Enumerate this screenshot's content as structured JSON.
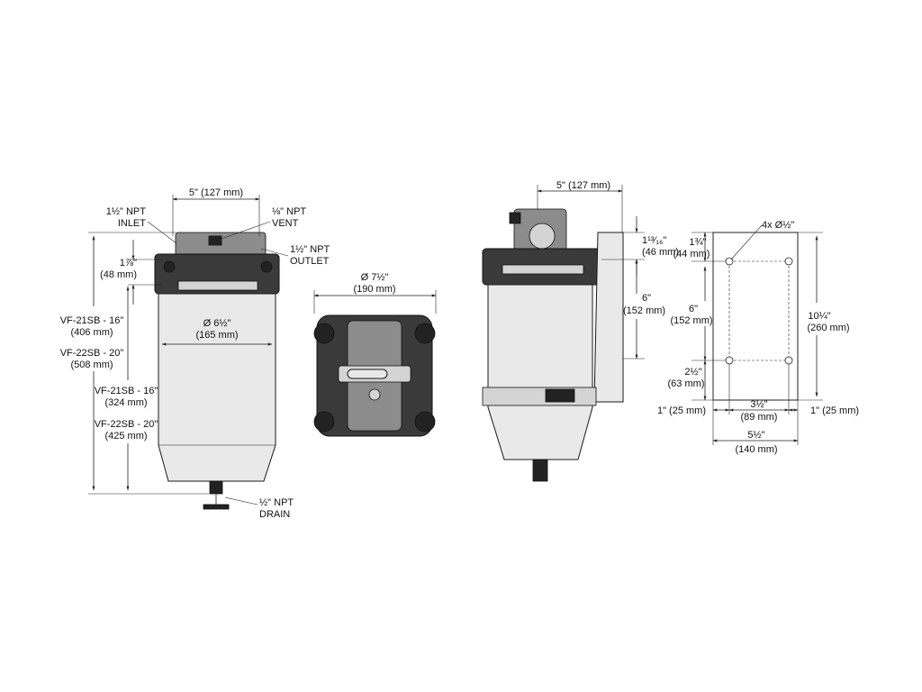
{
  "front_view": {
    "width_dim": "5\" (127 mm)",
    "inlet_size": "1½\" NPT",
    "inlet_label": "INLET",
    "vent_size": "⅛\" NPT",
    "vent_label": "VENT",
    "outlet_size": "1½\" NPT",
    "outlet_label": "OUTLET",
    "lid_height_in": "1⅞\"",
    "lid_height_mm": "(48 mm)",
    "diameter_in": "Ø 6½\"",
    "diameter_mm": "(165 mm)",
    "overall_21_in": "VF-21SB - 16\"",
    "overall_21_mm": "(406 mm)",
    "overall_22_in": "VF-22SB - 20\"",
    "overall_22_mm": "(508 mm)",
    "body_21_in": "VF-21SB - 16\"",
    "body_21_mm": "(324 mm)",
    "body_22_in": "VF-22SB - 20\"",
    "body_22_mm": "(425 mm)",
    "drain_size": "½\" NPT",
    "drain_label": "DRAIN"
  },
  "top_view": {
    "diameter_in": "Ø 7½\"",
    "diameter_mm": "(190 mm)"
  },
  "side_view": {
    "width_dim": "5\" (127 mm)",
    "top_offset_in": "1¹³⁄₁₆\"",
    "top_offset_mm": "(46 mm)",
    "bracket_in": "6\"",
    "bracket_mm": "(152 mm)"
  },
  "bracket_view": {
    "holes_label": "4x Ø½\"",
    "top_margin_in": "1¾\"",
    "top_margin_mm": "(44 mm)",
    "hole_spacing_v_in": "6\"",
    "hole_spacing_v_mm": "(152 mm)",
    "bottom_margin_in": "2½\"",
    "bottom_margin_mm": "(63 mm)",
    "height_in": "10¼\"",
    "height_mm": "(260 mm)",
    "left_margin": "1\" (25 mm)",
    "hole_spacing_h_in": "3½\"",
    "hole_spacing_h_mm": "(89 mm)",
    "right_margin": "1\" (25 mm)",
    "width_in": "5½\"",
    "width_mm": "(140 mm)"
  }
}
